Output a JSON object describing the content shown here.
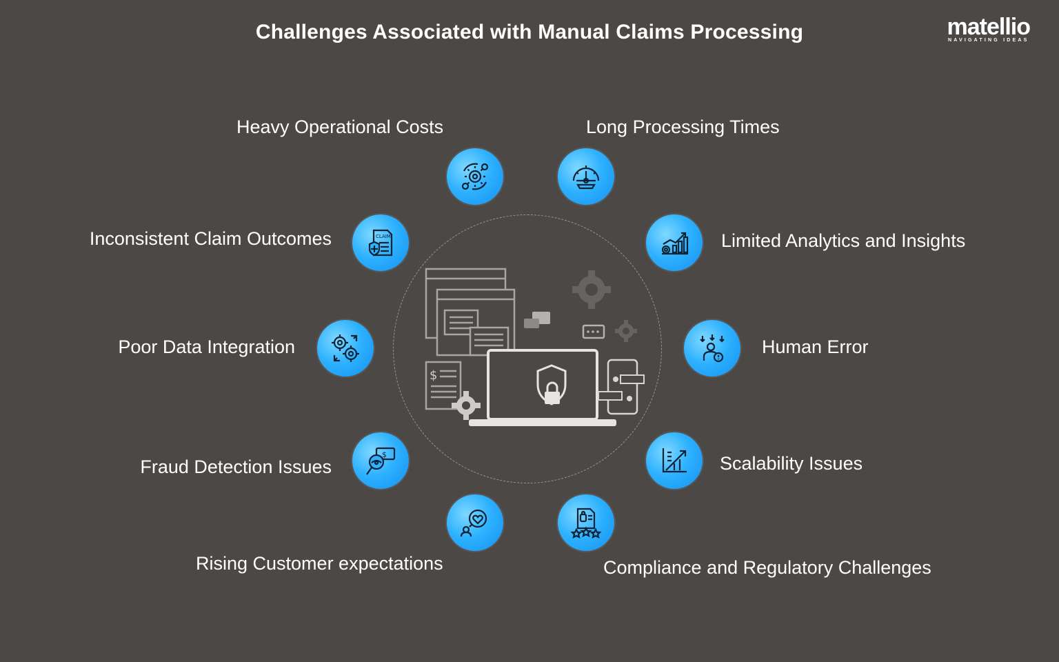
{
  "title": "Challenges Associated with Manual Claims Processing",
  "logo": {
    "word": "matellio",
    "tagline": "NAVIGATING IDEAS"
  },
  "items": [
    {
      "label": "Heavy Operational Costs",
      "icon": "gear-cost-icon"
    },
    {
      "label": "Long Processing Times",
      "icon": "speedometer-icon"
    },
    {
      "label": "Inconsistent Claim Outcomes",
      "icon": "claim-document-icon",
      "icon_text": "CLAIM"
    },
    {
      "label": "Limited Analytics and Insights",
      "icon": "analytics-chart-icon"
    },
    {
      "label": "Poor Data Integration",
      "icon": "gears-sync-icon"
    },
    {
      "label": "Human Error",
      "icon": "human-error-icon"
    },
    {
      "label": "Fraud Detection Issues",
      "icon": "fraud-search-icon"
    },
    {
      "label": "Scalability Issues",
      "icon": "scalability-graph-icon"
    },
    {
      "label": "Rising Customer expectations",
      "icon": "customer-heart-icon"
    },
    {
      "label": "Compliance and Regulatory Challenges",
      "icon": "compliance-stars-icon"
    }
  ],
  "colors": {
    "background": "#4b4846",
    "badge": "#2fb2ff",
    "text": "#ffffff"
  }
}
